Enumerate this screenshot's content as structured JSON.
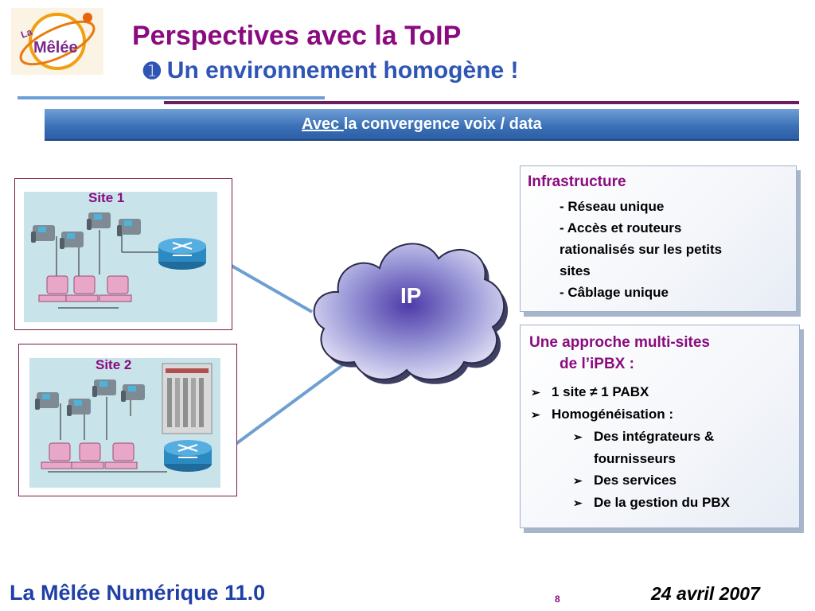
{
  "colors": {
    "purple": "#8a0b7e",
    "blue": "#2f55b4",
    "blue2": "#1f3fa6"
  },
  "logo": {
    "text_la": "La",
    "text_melee": "Mêlée"
  },
  "header": {
    "title": "Perspectives avec la ToIP",
    "subtitle_bullet": "➊",
    "subtitle": "Un environnement homogène !"
  },
  "banner": {
    "underlined": "Avec ",
    "rest": "la convergence voix / data"
  },
  "diagram": {
    "site1_label": "Site 1",
    "site2_label": "Site 2",
    "cloud_label": "IP"
  },
  "panel_infra": {
    "heading": "Infrastructure",
    "lines": [
      "- Réseau unique",
      "- Accès et routeurs",
      "rationalisés sur les petits",
      "sites",
      "- Câblage unique"
    ]
  },
  "panel_multi": {
    "heading_line1": "Une approche multi-sites",
    "heading_line2": "de l’iPBX :",
    "bullets": [
      "1 site  ≠ 1 PABX",
      "Homogénéisation :"
    ],
    "sub_bullets": [
      "Des intégrateurs &",
      "fournisseurs",
      "Des services",
      "De la gestion du PBX"
    ]
  },
  "footer": {
    "left": "La Mêlée Numérique 11.0",
    "page": "8",
    "date": "24 avril 2007"
  }
}
